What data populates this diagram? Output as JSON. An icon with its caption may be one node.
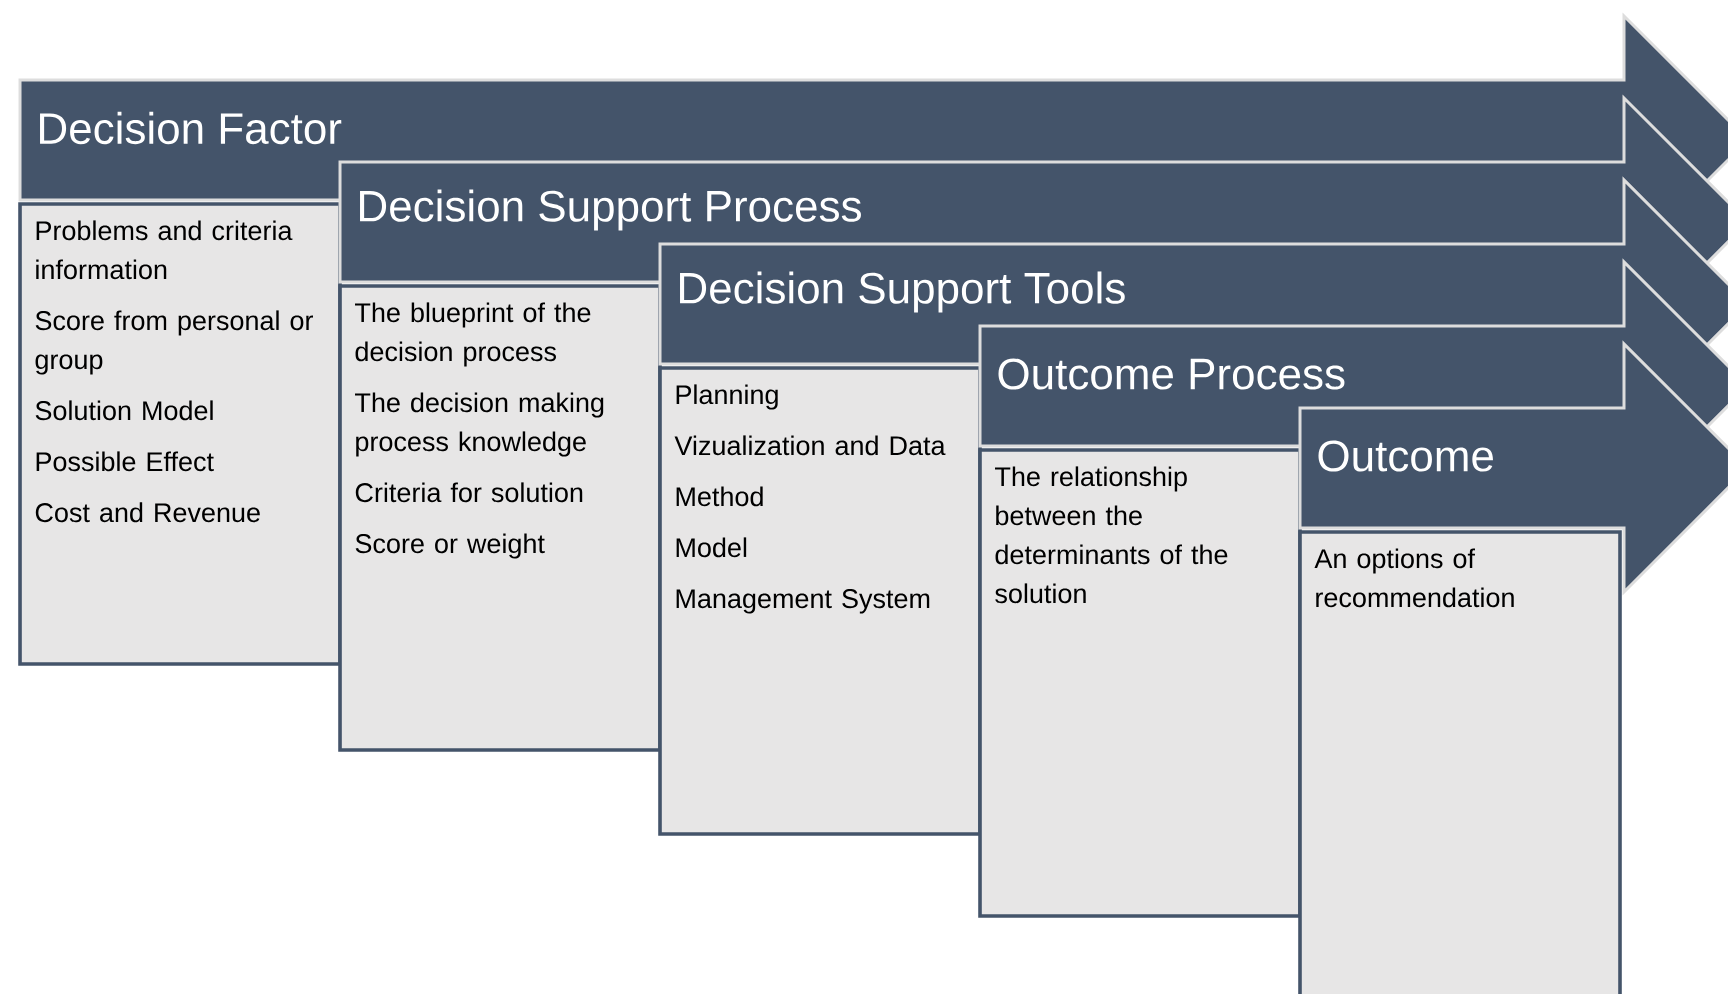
{
  "diagram": {
    "nodes": [
      {
        "text": [
          "Decision Factor"
        ]
      },
      {
        "text": [
          "Problems and criteria information",
          "Score from personal or group",
          "Solution Model",
          "Possible Effect",
          "Cost and Revenue"
        ]
      },
      {
        "text": [
          "Decision Support Process"
        ]
      },
      {
        "text": [
          "The blueprint of the decision process",
          "The decision making process knowledge",
          "Criteria for solution",
          "Score or weight"
        ]
      },
      {
        "text": [
          "Decision Support Tools"
        ]
      },
      {
        "text": [
          "Planning",
          "Vizualization and Data",
          "Method",
          "Model",
          "Management System"
        ]
      },
      {
        "text": [
          "Outcome Process"
        ]
      },
      {
        "text": [
          "The relationship between the determinants of the solution"
        ]
      },
      {
        "text": [
          "Outcome"
        ]
      },
      {
        "text": [
          "An options of recommendation"
        ]
      }
    ]
  }
}
